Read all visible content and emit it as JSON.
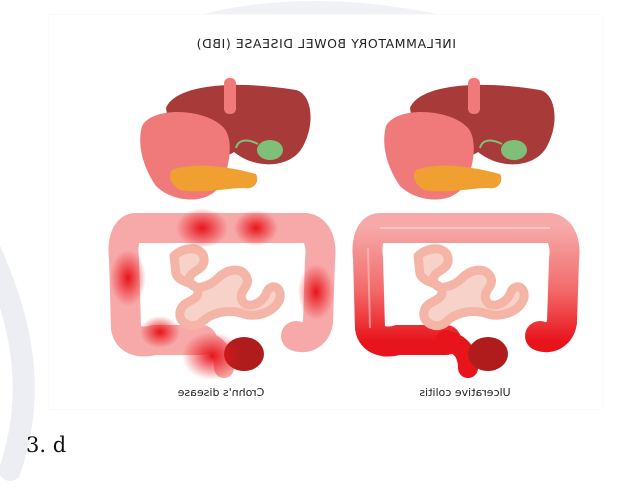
{
  "figure": {
    "title": "INFLAMMATORY BOWEL DISEASE (IBD)",
    "panels": [
      {
        "caption": "Crohn's disease"
      },
      {
        "caption": "Ulcerative colitis"
      }
    ]
  },
  "footer": {
    "question_label": "3. d"
  },
  "colors": {
    "liver": "#a83a3a",
    "stomach": "#f07a7a",
    "gallbladder": "#7fbf7a",
    "pancreas": "#f0a030",
    "colon": "#f7a8a8",
    "small_intestine": "#f4b4a6",
    "inflammation": "#e8141c",
    "rectum": "#b01c1c"
  }
}
